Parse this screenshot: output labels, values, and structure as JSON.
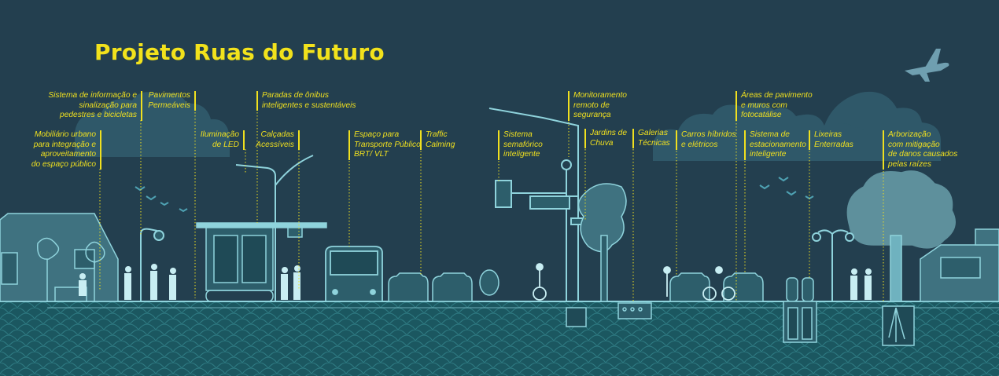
{
  "title": "Projeto Ruas do Futuro",
  "colors": {
    "background": "#233f4f",
    "accent_yellow": "#f0e01f",
    "line_art": "#8fd3dc",
    "ground": "#1d5a63"
  },
  "labels": [
    {
      "id": "mobiliario",
      "text": "Mobiliário urbano\npara integração e\naproveitamento\ndo espaço público"
    },
    {
      "id": "sistema-informacao",
      "text": "Sistema de informação e\nsinalização para\npedestres e bicicletas"
    },
    {
      "id": "pavimentos",
      "text": "Pavimentos\nPermeáveis"
    },
    {
      "id": "iluminacao",
      "text": "Iluminação\nde LED"
    },
    {
      "id": "paradas",
      "text": "Paradas de ônibus\ninteligentes e sustentáveis"
    },
    {
      "id": "calcadas",
      "text": "Calçadas\nAcessíveis"
    },
    {
      "id": "espaco-transporte",
      "text": "Espaço para\nTransporte Público\nBRT/ VLT"
    },
    {
      "id": "traffic-calming",
      "text": "Traffic\nCalming"
    },
    {
      "id": "sistema-semaforico",
      "text": "Sistema\nsemafórico\ninteligente"
    },
    {
      "id": "monitoramento",
      "text": "Monitoramento\nremoto de\nsegurança"
    },
    {
      "id": "jardins",
      "text": "Jardins de\nChuva"
    },
    {
      "id": "galerias",
      "text": "Galerias\nTécnicas"
    },
    {
      "id": "carros",
      "text": "Carros híbridos\ne elétricos"
    },
    {
      "id": "areas-pavimento",
      "text": "Áreas de pavimento\ne muros com\nfotocatálise"
    },
    {
      "id": "estacionamento",
      "text": "Sistema de\nestacionamento\ninteligente"
    },
    {
      "id": "lixeiras",
      "text": "Lixeiras\nEnterradas"
    },
    {
      "id": "arborizacao",
      "text": "Arborização\ncom mitigação\nde danos causados\npelas raízes"
    }
  ]
}
